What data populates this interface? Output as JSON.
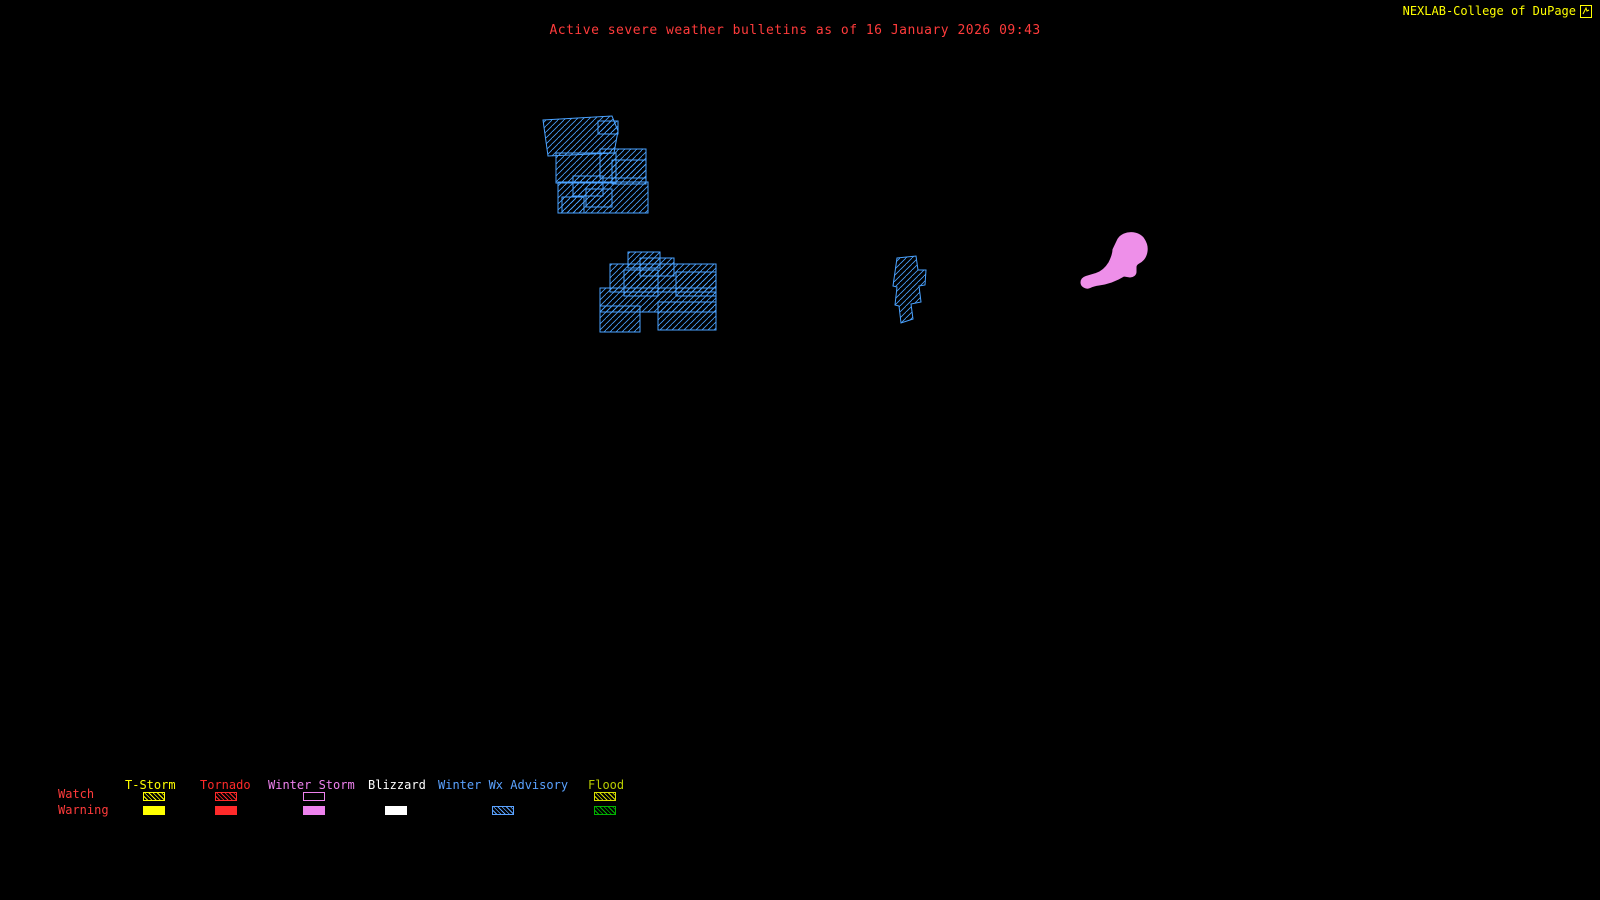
{
  "header": {
    "title": "Active severe weather bulletins as of 16 January 2026 09:43",
    "branding": "NEXLAB-College of DuPage",
    "branding_icon": "cod-logo-icon",
    "title_color": "#ff3b3b",
    "branding_color": "#ffff00"
  },
  "legend": {
    "row_labels": {
      "watch": "Watch",
      "warning": "Warning"
    },
    "row_label_color": "#ff3b3b",
    "columns": [
      {
        "label": "T-Storm",
        "color": "#ffff00",
        "watch_color": "#ffff00",
        "warning_color": "#ffff00",
        "watch_style": "hatch",
        "warning_style": "fill"
      },
      {
        "label": "Tornado",
        "color": "#ff2a2a",
        "watch_color": "#ff2a2a",
        "warning_color": "#ff2a2a",
        "watch_style": "hatch",
        "warning_style": "fill"
      },
      {
        "label": "Winter Storm",
        "color": "#ee82ee",
        "watch_color": "#ee82ee",
        "warning_color": "#ee82ee",
        "watch_style": "outline",
        "warning_style": "fill"
      },
      {
        "label": "Blizzard",
        "color": "#ffffff",
        "watch_color": "",
        "warning_color": "#ffffff",
        "watch_style": "none",
        "warning_style": "fill"
      },
      {
        "label": "Winter Wx Advisory",
        "color": "#5aa2ff",
        "watch_color": "",
        "warning_color": "#5aa2ff",
        "watch_style": "none",
        "warning_style": "hatch"
      },
      {
        "label": "Flood",
        "color": "#b9cc00",
        "watch_color": "#d9e000",
        "warning_color": "#00b400",
        "watch_style": "hatch",
        "warning_style": "hatch"
      }
    ]
  },
  "map": {
    "background": "#000000",
    "regions": [
      {
        "name": "winter-wx-advisory-cluster-northwest",
        "type": "Winter Weather Advisory",
        "color": "#4aa2ff",
        "style": "hatched-counties"
      },
      {
        "name": "winter-wx-advisory-cluster-central",
        "type": "Winter Weather Advisory",
        "color": "#4aa2ff",
        "style": "hatched-counties"
      },
      {
        "name": "winter-wx-advisory-strip-east",
        "type": "Winter Weather Advisory",
        "color": "#4aa2ff",
        "style": "hatched-strip"
      },
      {
        "name": "winter-storm-warning-blob",
        "type": "Winter Storm Warning",
        "color": "#ee8fe9",
        "style": "filled"
      }
    ]
  }
}
